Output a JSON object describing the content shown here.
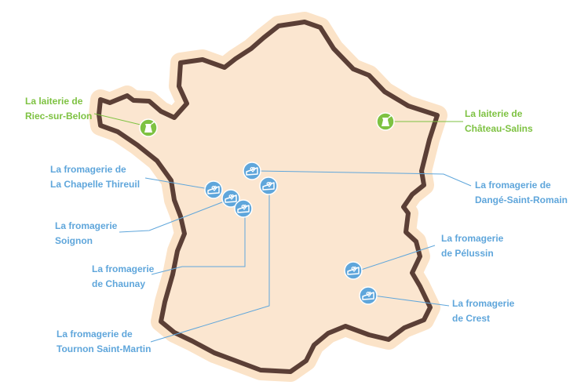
{
  "colors": {
    "dairy": "#7ec242",
    "cheese": "#5fa6db",
    "land_fill": "#fbe6d0",
    "halo": "#fbe3c8",
    "outline": "#5b3f36",
    "leader": "#5fa6db"
  },
  "icons": {
    "dairy": "milk-churn-icon",
    "cheese": "cheese-wedge-icon"
  },
  "sites": [
    {
      "id": "riec",
      "type": "dairy",
      "line1": "La laiterie de",
      "line2": "Riec-sur-Belon"
    },
    {
      "id": "chateau",
      "type": "dairy",
      "line1": "La laiterie de",
      "line2": "Château-Salins"
    },
    {
      "id": "chapelle",
      "type": "cheese",
      "line1": "La fromagerie de",
      "line2": "La Chapelle Thireuil"
    },
    {
      "id": "dange",
      "type": "cheese",
      "line1": "La fromagerie de",
      "line2": "Dangé-Saint-Romain"
    },
    {
      "id": "soignon",
      "type": "cheese",
      "line1": "La fromagerie",
      "line2": "Soignon"
    },
    {
      "id": "chaunay",
      "type": "cheese",
      "line1": "La fromagerie",
      "line2": "de Chaunay"
    },
    {
      "id": "pelussin",
      "type": "cheese",
      "line1": "La fromagerie",
      "line2": "de Pélussin"
    },
    {
      "id": "crest",
      "type": "cheese",
      "line1": "La fromagerie",
      "line2": "de Crest"
    },
    {
      "id": "tournon",
      "type": "cheese",
      "line1": "La fromagerie de",
      "line2": "Tournon Saint-Martin"
    }
  ]
}
